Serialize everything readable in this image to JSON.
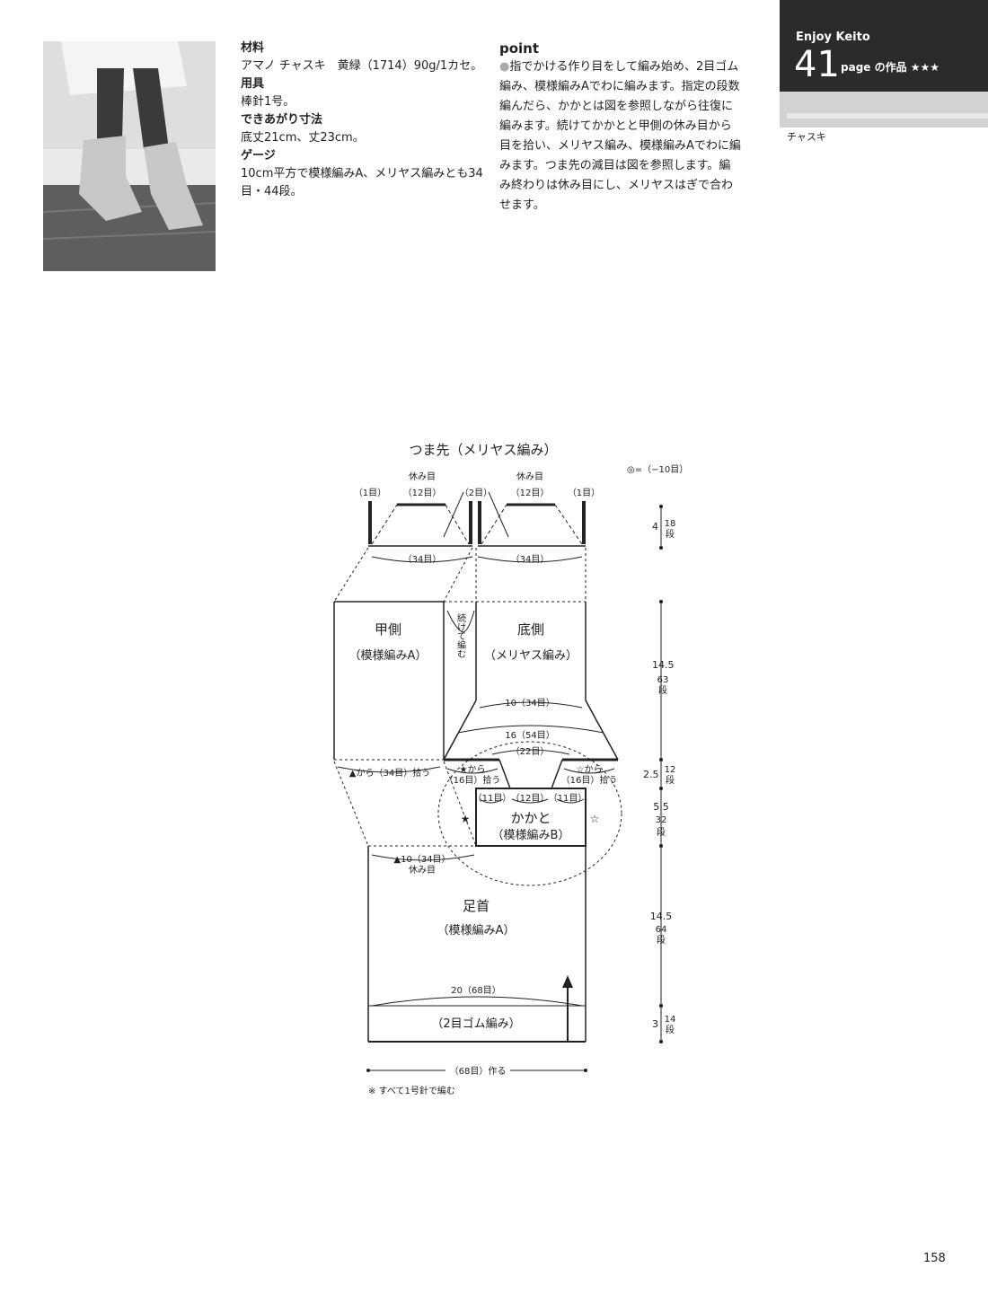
{
  "materials": {
    "h_material": "材料",
    "material": "アマノ チャスキ　黄緑（1714）90g/1カセ。",
    "h_tools": "用具",
    "tools": "棒針1号。",
    "h_size": "できあがり寸法",
    "size": "底丈21cm、丈23cm。",
    "h_gauge": "ゲージ",
    "gauge": "10cm平方で模様編みA、メリヤス編みとも34目・44段。"
  },
  "point": {
    "title": "point",
    "bullet": "●",
    "body": "指でかける作り目をして編み始め、2目ゴム編み、模様編みAでわに編みます。指定の段数編んだら、かかとは図を参照しながら往復に編みます。続けてかかとと甲側の休み目から目を拾い、メリヤス編み、模様編みAでわに編みます。つま先の減目は図を参照します。編み終わりは休み目にし、メリヤスはぎで合わせます。"
  },
  "badge": {
    "series": "Enjoy Keito",
    "number": "41",
    "page_label": "page の作品 ★★★",
    "yarn": "チャスキ"
  },
  "diagram": {
    "toe_title": "つま先（メリヤス編み）",
    "legend": "◎=（−10目）",
    "rest_left": "休み目",
    "rest_right": "休み目",
    "t_1_left": "（1目）",
    "t_12_left": "（12目）",
    "t_2": "（2目）",
    "t_12_right": "（12目）",
    "t_1_right": "（1目）",
    "t_34_left": "（34目）",
    "t_34_right": "（34目）",
    "toe_cm": "4",
    "toe_rows": "18",
    "toe_dan": "段",
    "instep_title": "甲側",
    "instep_sub": "（模様編みA）",
    "cont": "続けて編む",
    "sole_title": "底側",
    "sole_sub": "（メリヤス編み）",
    "sole_w": "10（34目）",
    "gusset_w": "16（54目）",
    "heel_top": "（22目）",
    "sole_cm": "14.5",
    "sole_rows": "63",
    "sole_dan": "段",
    "pick_instep": "▲から（34目）拾う",
    "pick_left_1": "★から",
    "pick_left_2": "（16目）拾う",
    "pick_right_1": "☆から",
    "pick_right_2": "（16目）拾う",
    "h_11_left": "（11目）",
    "h_12": "（12目）",
    "h_11_right": "（11目）",
    "heel_title": "かかと",
    "heel_sub": "（模様編みB）",
    "star_black": "★",
    "star_white": "☆",
    "gusset_cm": "2.5",
    "gusset_rows": "12",
    "gusset_dan": "段",
    "heel_cm": "5.5",
    "heel_rows": "32",
    "heel_dan": "段",
    "ankle_rest_1": "▲10（34目）",
    "ankle_rest_2": "休み目",
    "ankle_title": "足首",
    "ankle_sub": "（模様編みA）",
    "ankle_cm": "14.5",
    "ankle_rows": "64",
    "ankle_dan": "段",
    "ankle_w": "20（68目）",
    "rib_label": "（2目ゴム編み）",
    "rib_cm": "3",
    "rib_rows": "14",
    "rib_dan": "段",
    "cast_on": "（68目）作る",
    "note": "※ すべて1号針で編む"
  },
  "page_number": "158"
}
